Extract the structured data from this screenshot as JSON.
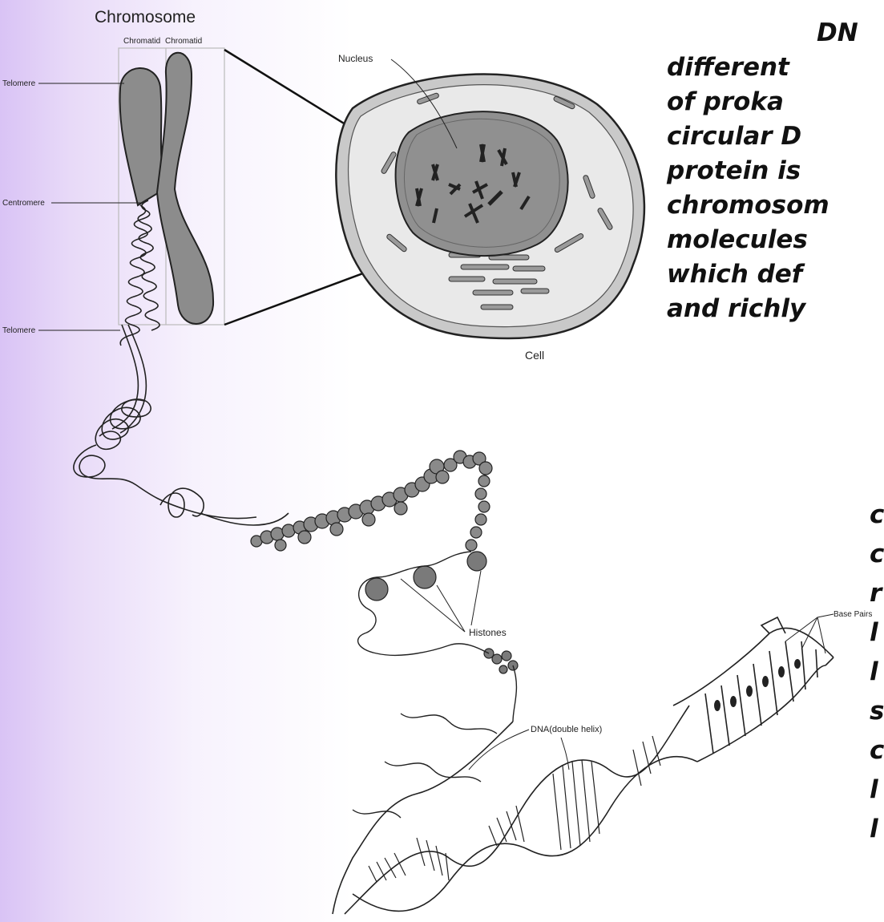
{
  "labels": {
    "chromosome": "Chromosome",
    "chromatid_left": "Chromatid",
    "chromatid_right": "Chromatid",
    "telomere_top": "Telomere",
    "centromere": "Centromere",
    "telomere_bottom": "Telomere",
    "nucleus": "Nucleus",
    "cell": "Cell",
    "histones": "Histones",
    "dna": "DNA(double helix)",
    "base_pairs": "Base Pairs"
  },
  "text_top": [
    "DN",
    "different",
    "of  proka",
    "circular  D",
    "protein  is",
    "chromosom",
    "molecules",
    "which  def",
    "and  richly"
  ],
  "text_bottom": [
    "c",
    "c",
    "r",
    "l",
    "l",
    "s",
    "c",
    "l",
    "l"
  ]
}
